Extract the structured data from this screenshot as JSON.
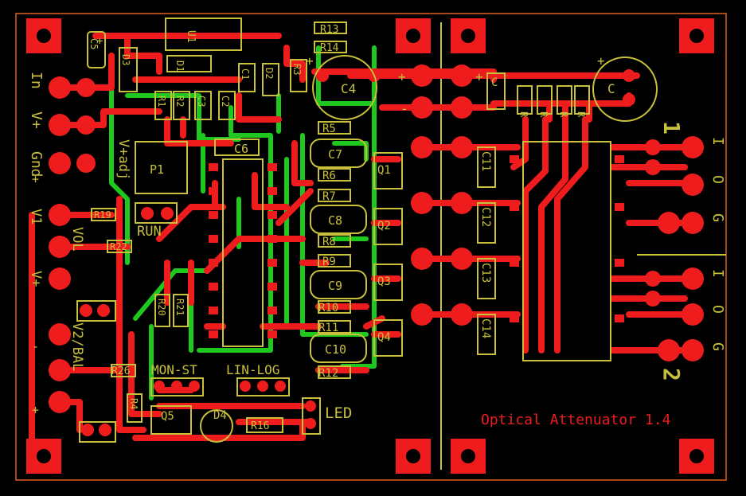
{
  "board": {
    "title": "Optical Attenuator 1.4",
    "title_color": "#ee1c1c",
    "silk_color": "#c8c03a",
    "copper_top_color": "#ee1c1c",
    "copper_bottom_color": "#1ec81e",
    "outline_color": "#e06020"
  },
  "labels": {
    "in": "In",
    "vplus": "V+",
    "gnd": "Gnd",
    "vadj": "V+adj",
    "p1": "P1",
    "run": "RUN",
    "vol": "VOL",
    "v1": "V1",
    "vplus2": "V+",
    "v2bal": "V2/BAL",
    "mon_st": "MON-ST",
    "lin_log": "LIN-LOG",
    "led": "LED",
    "q5": "Q5",
    "d4": "D4",
    "c4": "C4",
    "c": "C",
    "c_small": "C",
    "c6": "C6",
    "c7": "C7",
    "c8": "C8",
    "c9": "C9",
    "c10": "C10",
    "c11": "C11",
    "c12": "C12",
    "c13": "C13",
    "c14": "C14",
    "q1": "Q1",
    "q2": "Q2",
    "q3": "Q3",
    "q4": "Q4",
    "r5": "R5",
    "r6": "R6",
    "r7": "R7",
    "r8": "R8",
    "r9": "R9",
    "r10": "R10",
    "r11": "R11",
    "r12": "R12",
    "r13": "R13",
    "r14": "R14",
    "r16": "R16",
    "r19": "R19",
    "r22": "R22",
    "r26": "R26",
    "c5": "C5",
    "d1": "D1",
    "d2": "D2",
    "d3": "D3",
    "u1": "U1",
    "c1": "C1",
    "c2": "C2",
    "c3": "C3",
    "r1": "R1",
    "r2": "R2",
    "r3": "R3",
    "r4": "R4",
    "r20": "R20",
    "r21": "R21",
    "ra": "R",
    "rb": "R",
    "rc": "R",
    "rd": "R",
    "out1": "I",
    "out2": "O",
    "out3": "G",
    "out4": "I",
    "out5": "O",
    "out6": "G",
    "ch1": "1",
    "ch2": "2",
    "plus1": "+",
    "plus2": "+",
    "plus3": "+",
    "plus4": "+",
    "minus1": "-",
    "plus5": "+",
    "plus6": "+",
    "plus7": "+",
    "minus2": "-"
  }
}
